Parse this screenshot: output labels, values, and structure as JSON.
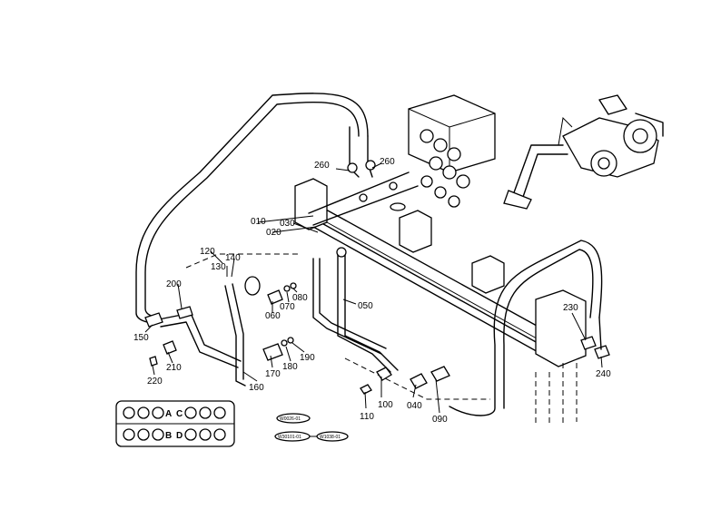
{
  "callouts": {
    "c010": "010",
    "c020": "020",
    "c030": "030",
    "c040": "040",
    "c050": "050",
    "c060": "060",
    "c070": "070",
    "c080": "080",
    "c090": "090",
    "c100": "100",
    "c110": "110",
    "c120": "120",
    "c130": "130",
    "c140": "140",
    "c150": "150",
    "c160": "160",
    "c170": "170",
    "c180": "180",
    "c190": "190",
    "c200": "200",
    "c210": "210",
    "c220": "220",
    "c230": "230",
    "c240": "240",
    "c260a": "260",
    "c260b": "260"
  },
  "valve_key": {
    "a": "A",
    "b": "B",
    "c": "C",
    "d": "D"
  },
  "notes": {
    "n1": "W0026-01",
    "n2": "W30101-01",
    "n3": "W1038-01"
  }
}
